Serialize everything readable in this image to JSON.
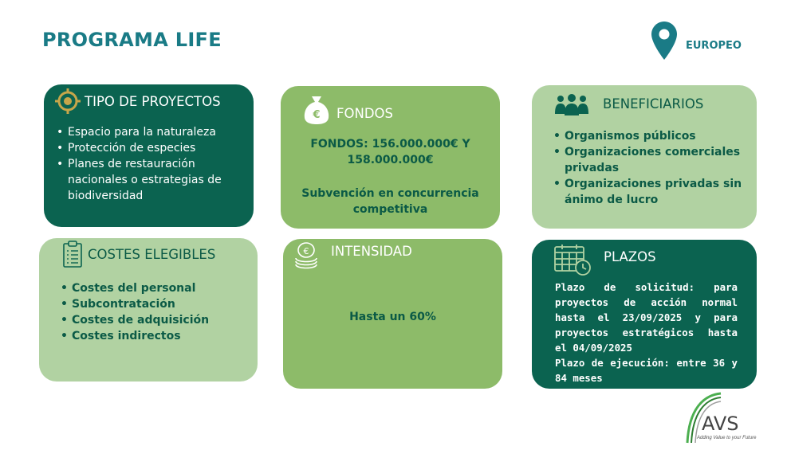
{
  "header": {
    "title": "PROGRAMA LIFE",
    "region": "EUROPEO",
    "location_icon": "map-pin-icon"
  },
  "colors": {
    "title": "#1a7b86",
    "dark_card": "#0b6350",
    "mid_card": "#8dbb69",
    "light_card": "#b1d2a2"
  },
  "cards": {
    "tipo": {
      "heading": "TIPO DE PROYECTOS",
      "icon": "target-icon",
      "items": [
        "Espacio para la naturaleza",
        "Protección de especies",
        "Planes de restauración nacionales o estrategias de biodiversidad"
      ]
    },
    "fondos": {
      "heading": "FONDOS",
      "icon": "money-bag-icon",
      "line1": "FONDOS: 156.000.000€ Y 158.000.000€",
      "line2": "Subvención en concurrencia competitiva"
    },
    "beneficiarios": {
      "heading": "BENEFICIARIOS",
      "icon": "group-icon",
      "items": [
        "Organismos públicos",
        "Organizaciones comerciales privadas",
        "Organizaciones privadas sin ánimo de lucro"
      ]
    },
    "costes": {
      "heading": "COSTES ELEGIBLES",
      "icon": "clipboard-icon",
      "items": [
        "Costes del personal",
        "Subcontratación",
        "Costes de adquisición",
        "Costes indirectos"
      ]
    },
    "intensidad": {
      "heading": "INTENSIDAD",
      "icon": "coins-icon",
      "value": "Hasta un 60%"
    },
    "plazos": {
      "heading": "PLAZOS",
      "icon": "calendar-clock-icon",
      "solicitud": "Plazo de solicitud: para proyectos de acción normal hasta el 23/09/2025 y para proyectos estratégicos hasta el 04/09/2025",
      "ejecucion": "Plazo de ejecución: entre 36 y 84 meses"
    }
  },
  "logo": {
    "name": "AVS",
    "tagline": "Adding Value to your Future"
  }
}
